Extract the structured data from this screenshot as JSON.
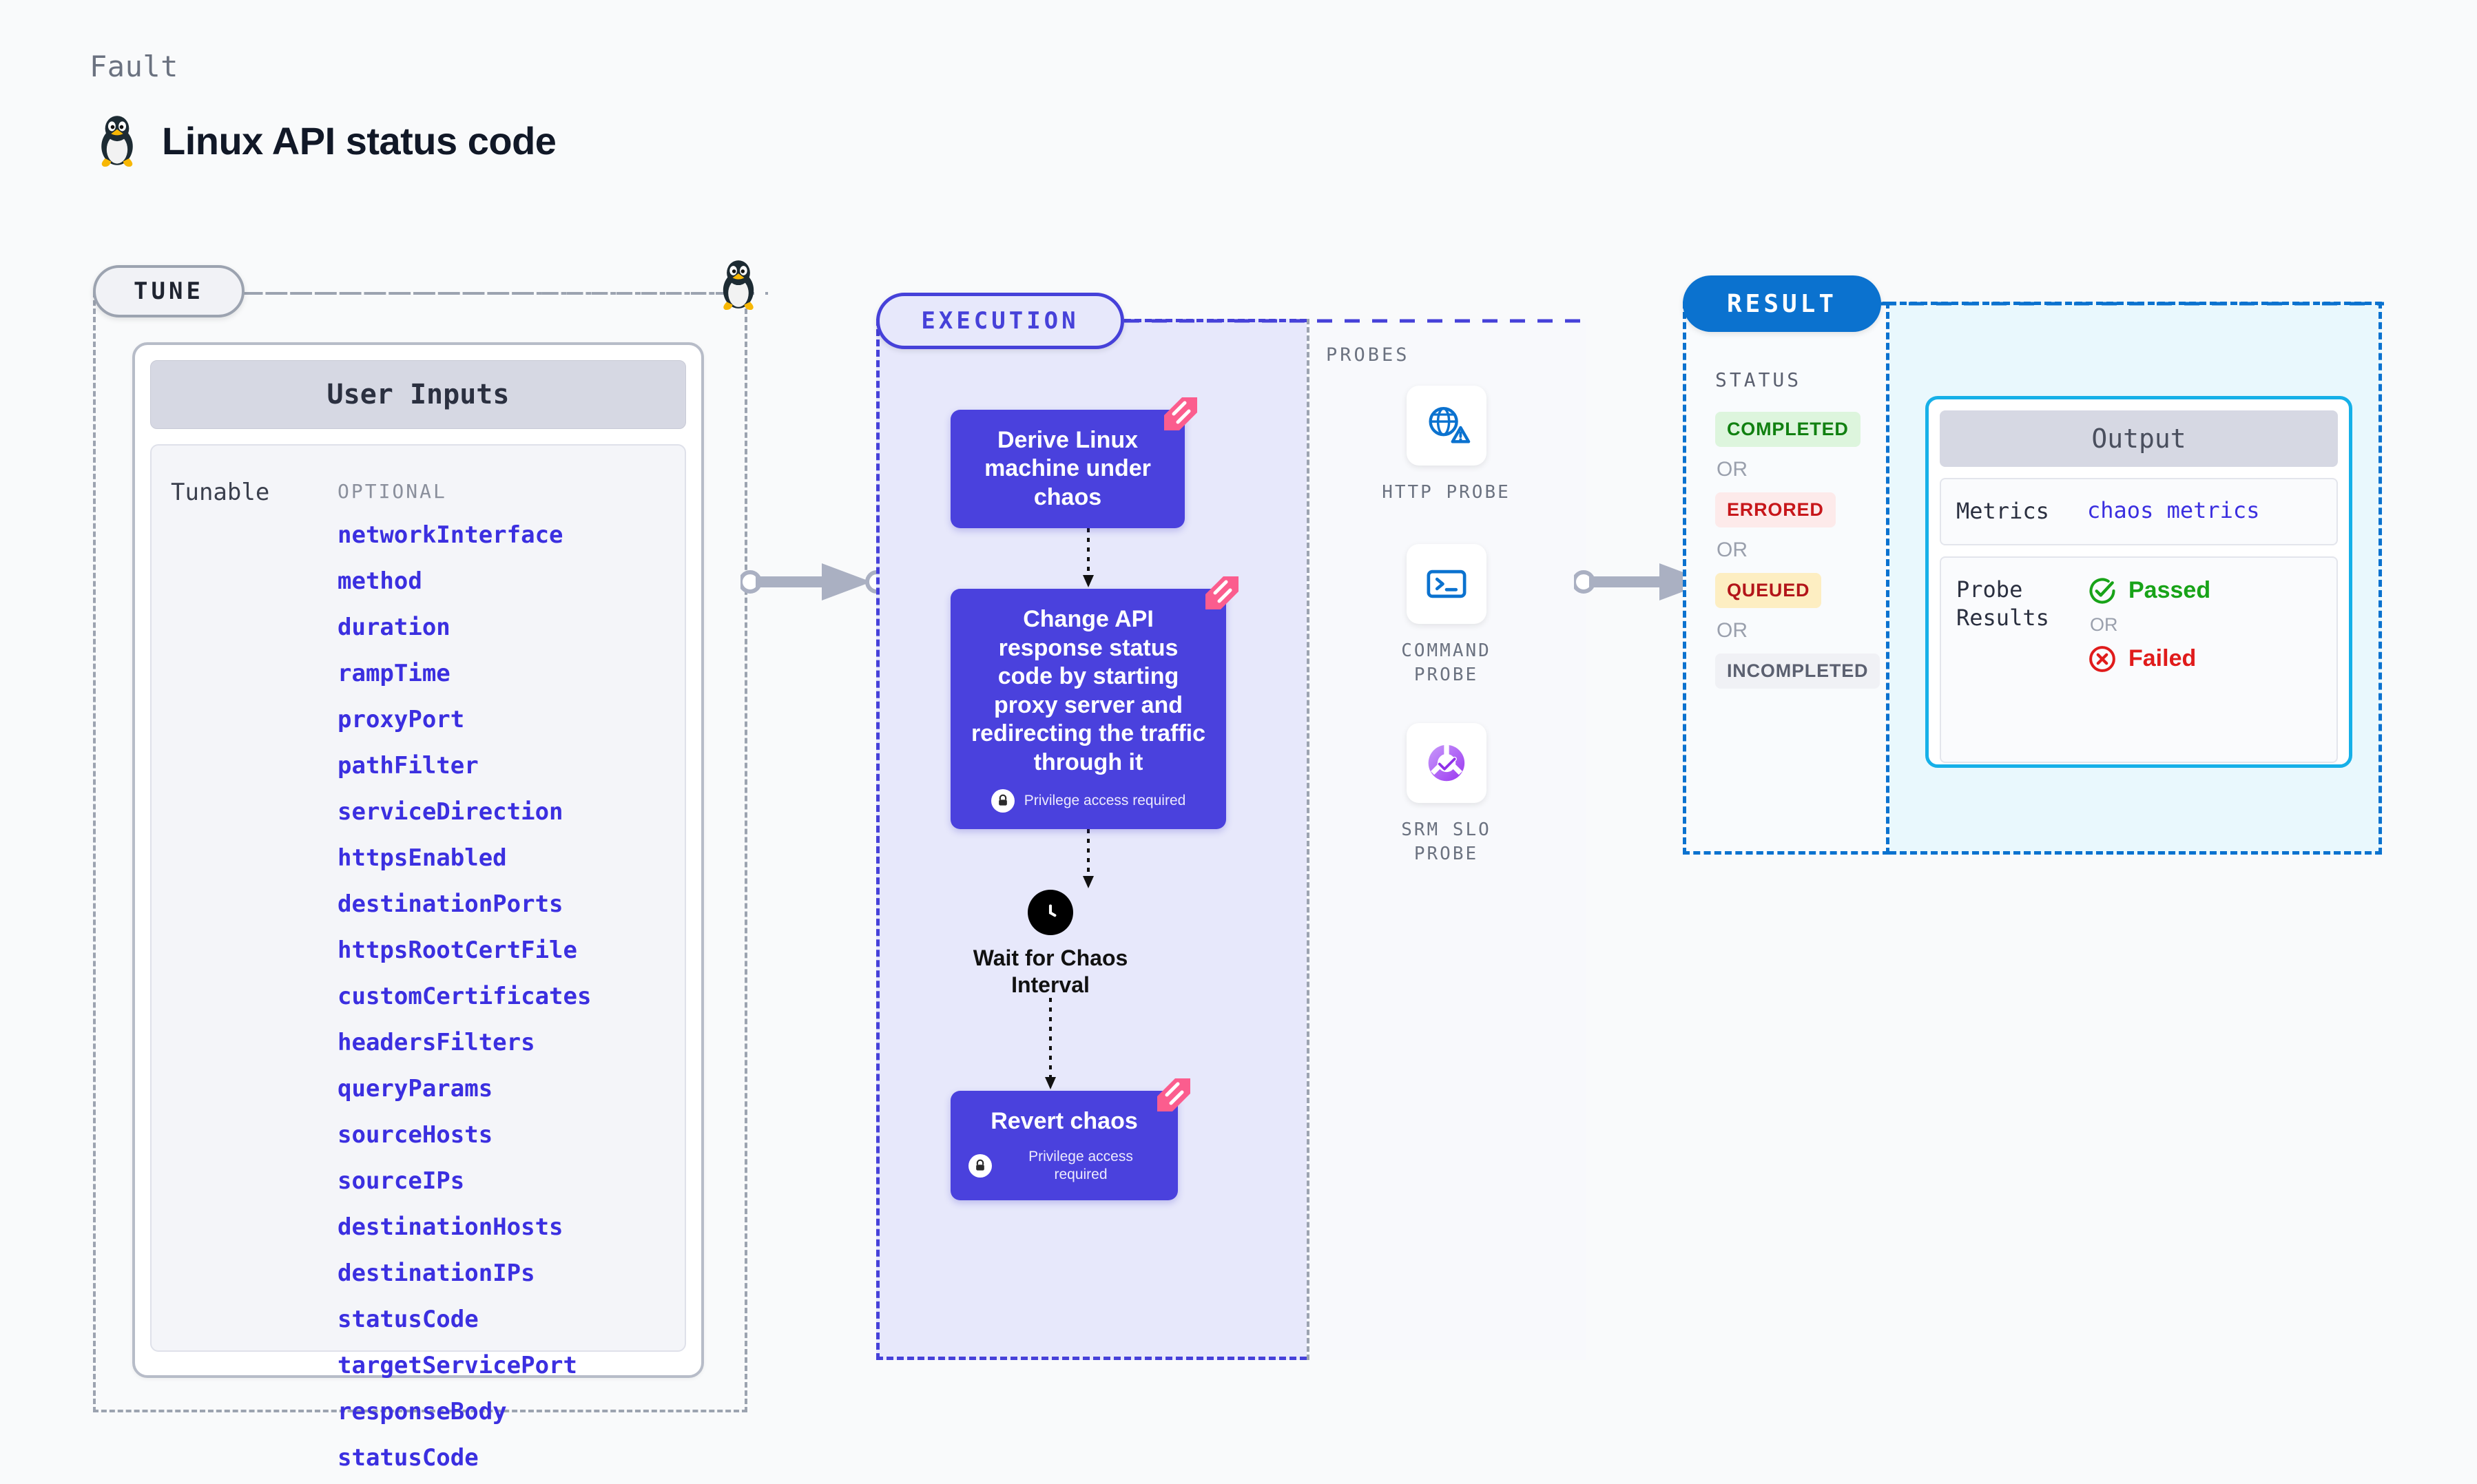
{
  "header": {
    "kicker": "Fault",
    "title": "Linux API status code",
    "mascot_icon": "linux-tux-penguin-icon"
  },
  "tune": {
    "badge": "TUNE",
    "card_title": "User Inputs",
    "tunable_label": "Tunable",
    "optional_label": "OPTIONAL",
    "tunables": [
      "networkInterface",
      "method",
      "duration",
      "rampTime",
      "proxyPort",
      "pathFilter",
      "serviceDirection",
      "httpsEnabled",
      "destinationPorts",
      "httpsRootCertFile",
      "customCertificates",
      "headersFilters",
      "queryParams",
      "sourceHosts",
      "sourceIPs",
      "destinationHosts",
      "destinationIPs",
      "statusCode",
      "targetServicePort",
      "responseBody",
      "statusCode"
    ],
    "accent_color": "#3b2fe0",
    "border_color": "#9ca3b0"
  },
  "execution": {
    "badge": "EXECUTION",
    "accent_color": "#4641d9",
    "steps": [
      {
        "label": "Derive Linux machine under chaos",
        "privilege": null,
        "marker_icon": "harness-chaos-marker-icon"
      },
      {
        "label": "Change API response status code by starting proxy server and redirecting the traffic through it",
        "privilege": "Privilege access required",
        "marker_icon": "harness-chaos-marker-icon"
      },
      {
        "label": "Wait for Chaos Interval",
        "type": "wait",
        "icon": "clock-icon"
      },
      {
        "label": "Revert chaos",
        "privilege": "Privilege access required",
        "marker_icon": "harness-chaos-marker-icon"
      }
    ]
  },
  "probes": {
    "title": "PROBES",
    "items": [
      {
        "caption": "HTTP PROBE",
        "icon": "globe-warning-icon",
        "color": "#0b72cf"
      },
      {
        "caption": "COMMAND PROBE",
        "icon": "terminal-prompt-icon",
        "color": "#0b72cf"
      },
      {
        "caption": "SRM SLO PROBE",
        "icon": "slo-donut-check-icon",
        "color": "#9b4ff0"
      }
    ]
  },
  "result": {
    "badge": "RESULT",
    "status_title": "STATUS",
    "or_label": "OR",
    "statuses": [
      {
        "label": "COMPLETED",
        "bg": "#ddf5dd",
        "fg": "#118011"
      },
      {
        "label": "ERRORED",
        "bg": "#fdeaea",
        "fg": "#c7161a"
      },
      {
        "label": "QUEUED",
        "bg": "#fdeec2",
        "fg": "#b3151a"
      },
      {
        "label": "INCOMPLETED",
        "bg": "#f0f1f5",
        "fg": "#5b6070"
      }
    ],
    "output": {
      "title": "Output",
      "metrics_key": "Metrics",
      "metrics_value": "chaos metrics",
      "probe_results_key": "Probe Results",
      "passed_label": "Passed",
      "failed_label": "Failed",
      "or_label": "OR",
      "passed_icon": "check-circle-icon",
      "failed_icon": "x-circle-icon",
      "passed_color": "#18a318",
      "failed_color": "#e01b1b",
      "accent_color": "#16b0e8"
    }
  },
  "connectors": {
    "tune_to_execution": "arrow-right-icon",
    "execution_to_result": "arrow-right-icon"
  }
}
